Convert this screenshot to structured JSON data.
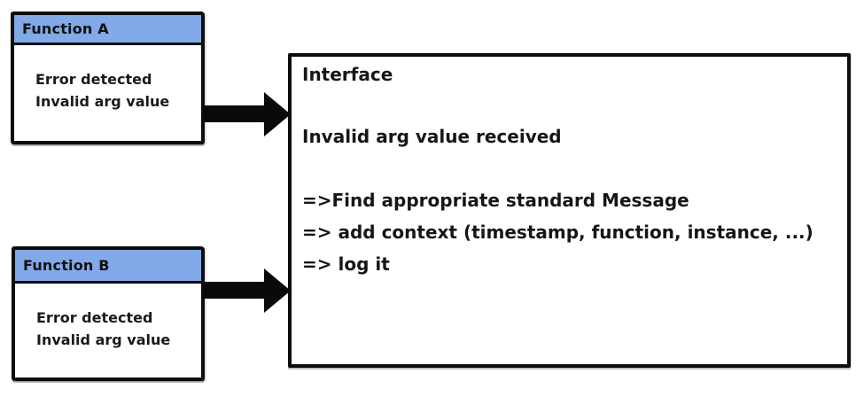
{
  "diagram": {
    "function_a": {
      "title": "Function A",
      "body_lines": [
        "Error detected",
        "Invalid arg value"
      ]
    },
    "function_b": {
      "title": "Function B",
      "body_lines": [
        "Error detected",
        "Invalid arg value"
      ]
    },
    "interface": {
      "title": "Interface",
      "message": "Invalid arg value received",
      "steps": [
        "=>Find appropriate standard Message",
        "=> add context (timestamp, function, instance, ...)",
        "=> log it"
      ]
    },
    "colors": {
      "header_fill": "#82A9E8",
      "border": "#0D0D0D",
      "text": "#161616",
      "background": "#FFFFFF",
      "arrow": "#0A0A0A"
    }
  }
}
